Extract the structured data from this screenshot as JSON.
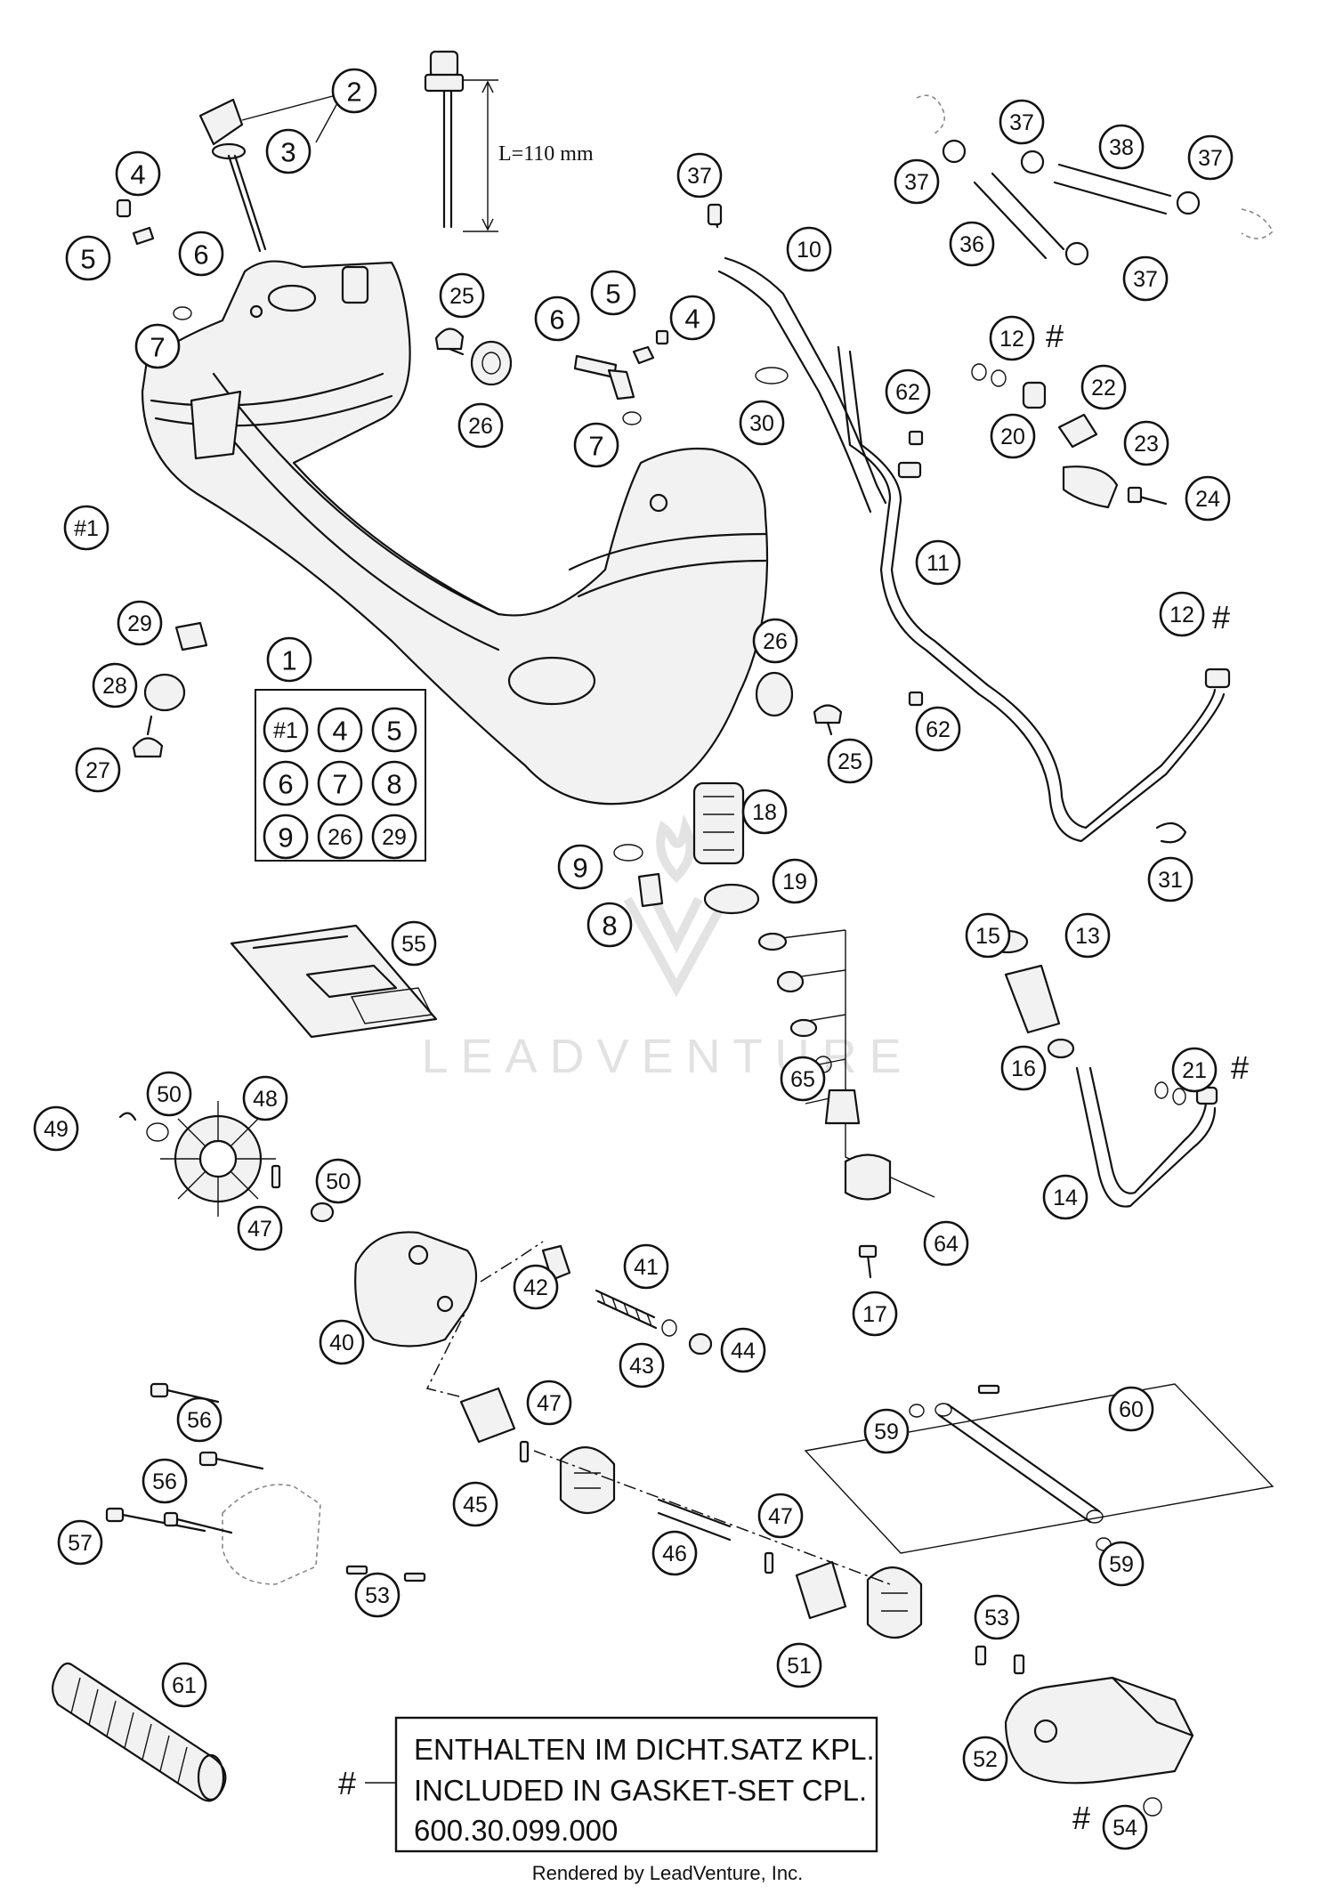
{
  "diagram": {
    "dimension_label": "L=110 mm",
    "watermark": "LEADVENTURE",
    "kit_box": {
      "title_callout": "1",
      "cells": [
        "#1",
        "4",
        "5",
        "6",
        "7",
        "8",
        "9",
        "26",
        "29"
      ]
    },
    "note": {
      "marker": "#",
      "lines": [
        "ENTHALTEN IM DICHT.SATZ KPL.",
        "INCLUDED IN GASKET-SET CPL.",
        "600.30.099.000"
      ]
    },
    "hash_marks": [
      "#",
      "#",
      "#",
      "#"
    ],
    "callouts": [
      "2",
      "3",
      "4",
      "5",
      "6",
      "7",
      "25",
      "26",
      "6",
      "5",
      "4",
      "7",
      "37",
      "10",
      "37",
      "37",
      "38",
      "37",
      "36",
      "37",
      "12",
      "22",
      "30",
      "62",
      "20",
      "23",
      "24",
      "#1",
      "11",
      "12",
      "29",
      "28",
      "1",
      "27",
      "26",
      "62",
      "25",
      "18",
      "9",
      "19",
      "8",
      "31",
      "55",
      "15",
      "13",
      "16",
      "21",
      "65",
      "50",
      "48",
      "49",
      "50",
      "47",
      "14",
      "64",
      "40",
      "41",
      "42",
      "17",
      "43",
      "44",
      "47",
      "60",
      "59",
      "45",
      "56",
      "56",
      "46",
      "47",
      "59",
      "57",
      "53",
      "53",
      "51",
      "61",
      "52",
      "54"
    ]
  },
  "footer": "Rendered by LeadVenture, Inc."
}
